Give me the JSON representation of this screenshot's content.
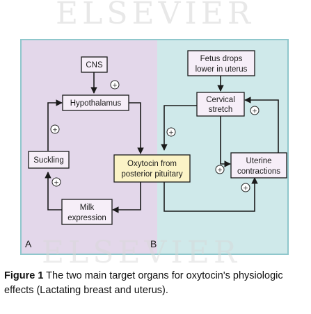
{
  "diagram": {
    "watermark_top": "ELSEVIER",
    "watermark_bottom": "ELSEVIER",
    "panel_a_label": "A",
    "panel_b_label": "B",
    "nodes": {
      "cns": "CNS",
      "hypothalamus": "Hypothalamus",
      "suckling": "Suckling",
      "oxytocin_line1": "Oxytocin from",
      "oxytocin_line2": "posterior pituitary",
      "milk_line1": "Milk",
      "milk_line2": "expression",
      "fetus_line1": "Fetus drops",
      "fetus_line2": "lower in uterus",
      "cervical_line1": "Cervical",
      "cervical_line2": "stretch",
      "uterine_line1": "Uterine",
      "uterine_line2": "contractions"
    },
    "plus_symbol": "+",
    "colors": {
      "panel_a_bg": "#e3d7ea",
      "panel_b_bg": "#cfe9ea",
      "frame": "#8fc7cc",
      "oxytocin_box": "#fbf3c6",
      "node_box": "#f6eef8",
      "arrow": "#1a1a1a"
    }
  },
  "caption": {
    "label": "Figure 1",
    "text": " The two main target organs for oxytocin's physiologic effects (Lactating breast and uterus)."
  }
}
